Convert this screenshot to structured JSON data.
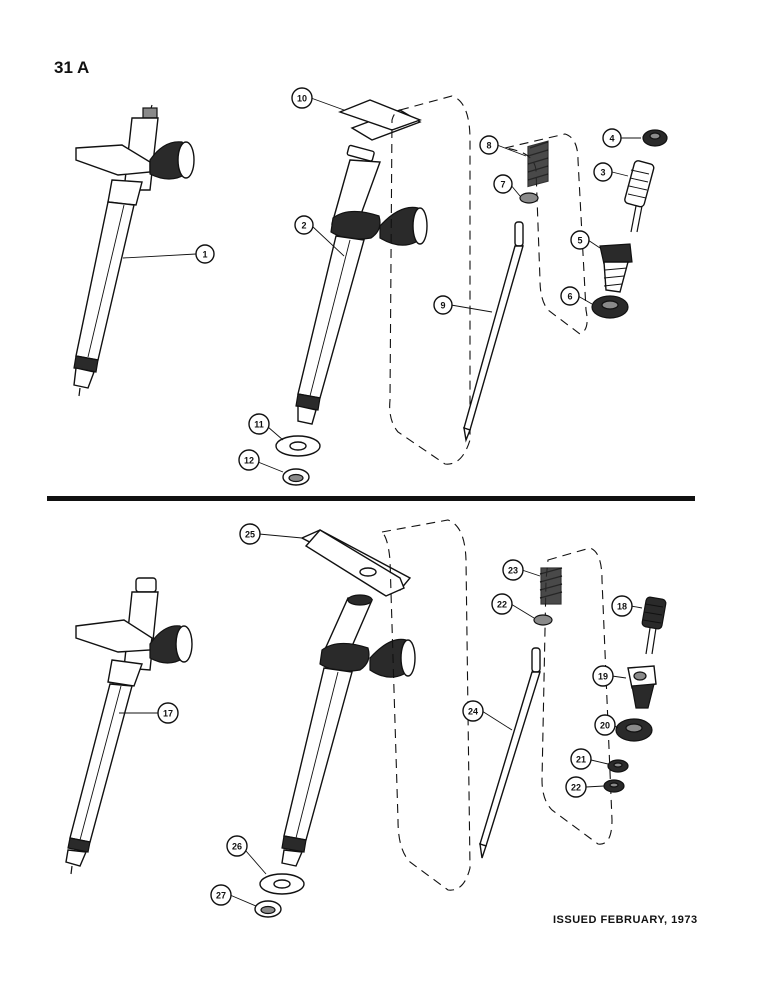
{
  "page_label": "31 A",
  "issued_text": "ISSUED FEBRUARY, 1973",
  "callouts": [
    "1",
    "2",
    "3",
    "4",
    "5",
    "6",
    "7",
    "8",
    "9",
    "10",
    "11",
    "12",
    "17",
    "18",
    "19",
    "20",
    "21",
    "22",
    "22",
    "23",
    "24",
    "25",
    "26",
    "27"
  ]
}
